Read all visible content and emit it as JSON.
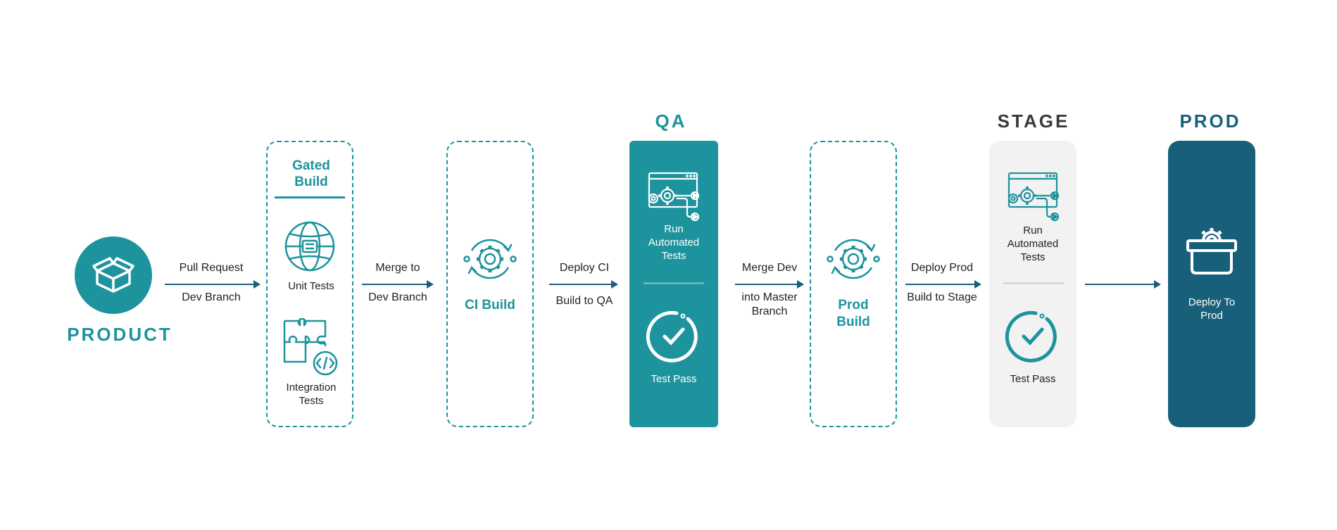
{
  "product": {
    "label": "PRODUCT"
  },
  "arrows": {
    "a1": {
      "top": "Pull Request",
      "bottom": "Dev Branch"
    },
    "a2": {
      "top": "Merge to",
      "bottom": "Dev Branch"
    },
    "a3": {
      "top": "Deploy CI",
      "bottom": "Build to QA"
    },
    "a4": {
      "top": "Merge Dev",
      "bottom": "into Master Branch"
    },
    "a5": {
      "top": "Deploy Prod",
      "bottom": "Build to Stage"
    }
  },
  "gated": {
    "title": "Gated Build",
    "unit_tests": "Unit Tests",
    "integration_tests": "Integration Tests"
  },
  "ci": {
    "title": "CI Build"
  },
  "qa": {
    "heading": "QA",
    "run_tests": "Run Automated Tests",
    "test_pass": "Test Pass"
  },
  "prodbuild": {
    "title": "Prod Build"
  },
  "stage": {
    "heading": "STAGE",
    "run_tests": "Run Automated Tests",
    "test_pass": "Test Pass"
  },
  "prod": {
    "heading": "PROD",
    "deploy": "Deploy To Prod"
  },
  "colors": {
    "teal": "#1d939d",
    "navy": "#185f7a",
    "dark": "#3a3a3a",
    "light_gray": "#f2f2f2"
  },
  "icons": [
    "box-icon",
    "globe-icon",
    "puzzle-code-icon",
    "gear-cycle-icon",
    "browser-gear-icon",
    "check-circle-icon",
    "toolbox-gear-icon"
  ]
}
